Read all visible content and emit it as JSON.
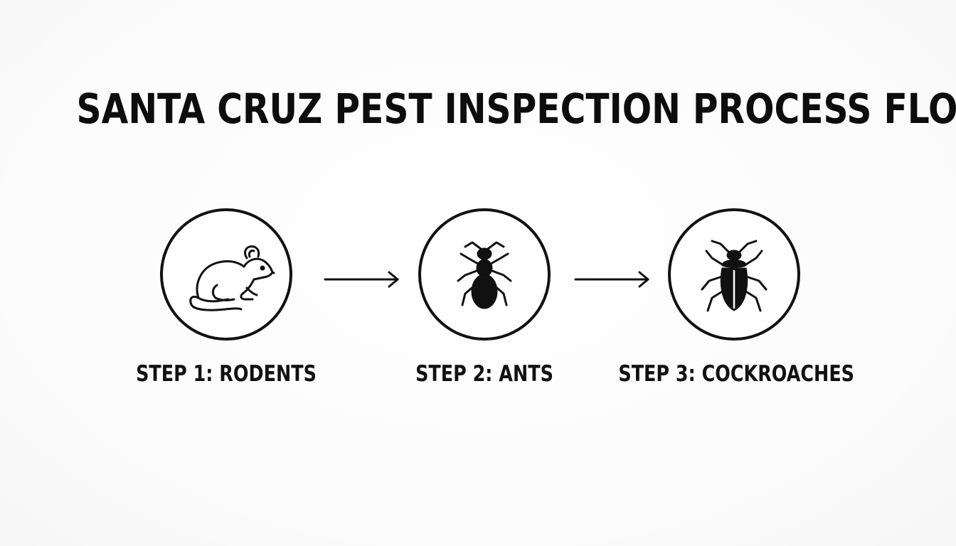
{
  "title": "SANTA CRUZ PEST INSPECTION PROCESS FLOW",
  "steps": [
    {
      "label": "STEP 1: RODENTS",
      "icon": "rodent-icon"
    },
    {
      "label": "STEP 2: ANTS",
      "icon": "ant-icon"
    },
    {
      "label": "STEP 3: COCKROACHES",
      "icon": "cockroach-icon"
    }
  ],
  "colors": {
    "ink": "#111111",
    "background": "#ffffff"
  }
}
